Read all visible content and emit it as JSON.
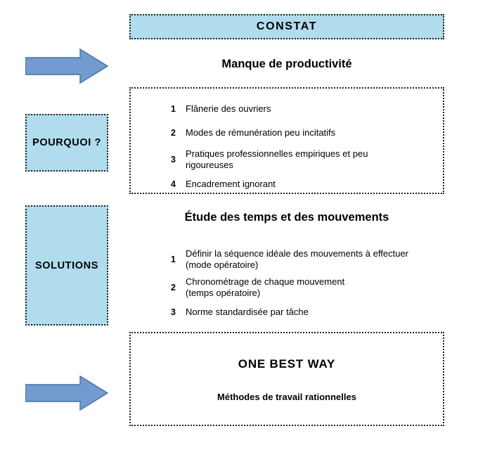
{
  "diagram": {
    "title": "CONSTAT",
    "colors": {
      "fill_blue": "#b0dced",
      "arrow_fill": "#739bd0",
      "arrow_stroke": "#4472a8",
      "outline": "#222222",
      "text": "#000000",
      "background": "#ffffff"
    },
    "banner": {
      "label": "CONSTAT"
    },
    "left_labels": [
      {
        "id": "pourquoi",
        "label": "POURQUOI ?"
      },
      {
        "id": "solutions",
        "label": "SOLUTIONS"
      }
    ],
    "arrows": [
      {
        "id": "arrow-constat",
        "direction": "right"
      },
      {
        "id": "arrow-one-best-way",
        "direction": "right"
      }
    ],
    "sections": [
      {
        "id": "constat",
        "heading": "Manque de productivité",
        "items": [
          {
            "num": "1",
            "lines": [
              "Flânerie des ouvriers"
            ]
          },
          {
            "num": "2",
            "lines": [
              "Modes de rémunération peu incitatifs"
            ]
          },
          {
            "num": "3",
            "lines": [
              "Pratiques professionnelles empiriques et peu",
              "rigoureuses"
            ]
          },
          {
            "num": "4",
            "lines": [
              "Encadrement ignorant"
            ]
          }
        ]
      },
      {
        "id": "solutions",
        "heading": "Étude des temps et des mouvements",
        "items": [
          {
            "num": "1",
            "lines": [
              "Définir la séquence idéale des mouvements à effectuer",
              "(mode opératoire)"
            ]
          },
          {
            "num": "2",
            "lines": [
              "Chronométrage de chaque mouvement",
              "(temps opératoire)"
            ]
          },
          {
            "num": "3",
            "lines": [
              "Norme standardisée par tâche"
            ]
          }
        ]
      }
    ],
    "conclusion": {
      "title": "ONE BEST WAY",
      "subtitle": "Méthodes de travail rationnelles"
    }
  }
}
